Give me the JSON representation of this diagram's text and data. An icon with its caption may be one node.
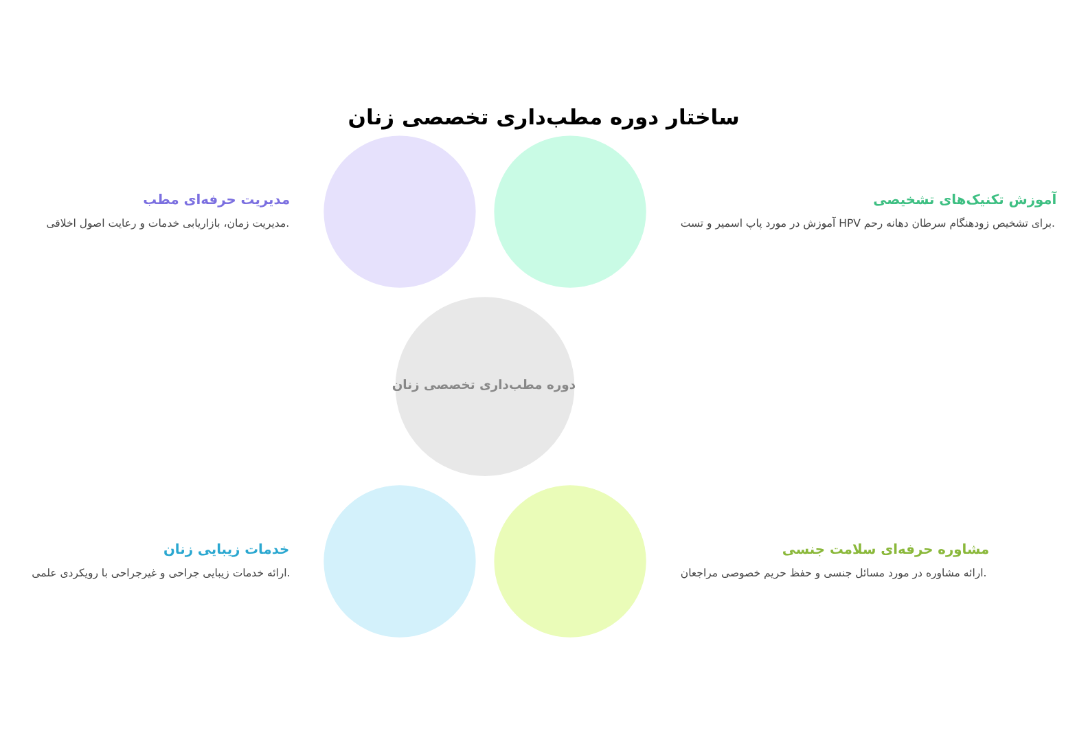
{
  "diagram": {
    "title": "ساختار دوره مطب‌داری تخصصی زنان",
    "nodes": [
      {
        "text": [
          "دوره مطب‌داری تخصصی زنان"
        ]
      },
      {
        "text": [],
        "shape": "circle",
        "beside": [
          "آموزش تکنیک‌های تشخیصی",
          "آموزش در مورد پاپ اسمیر و تست HPV برای تشخیص زودهنگام سرطان دهانه رحم."
        ]
      },
      {
        "text": [],
        "shape": "circle",
        "beside": [
          "مدیریت حرفه‌ای مطب",
          "مدیریت زمان، بازاریابی خدمات و رعایت اصول اخلاقی."
        ]
      },
      {
        "text": [],
        "shape": "circle",
        "beside": [
          "مشاوره حرفه‌ای سلامت جنسی",
          "ارائه مشاوره در مورد مسائل جنسی و حفظ حریم خصوصی مراجعان."
        ]
      },
      {
        "text": [],
        "shape": "circle",
        "beside": [
          "خدمات زیبایی زنان",
          "ارائه خدمات زیبایی جراحی و غیرجراحی با رویکردی علمی."
        ]
      }
    ],
    "edges": []
  }
}
